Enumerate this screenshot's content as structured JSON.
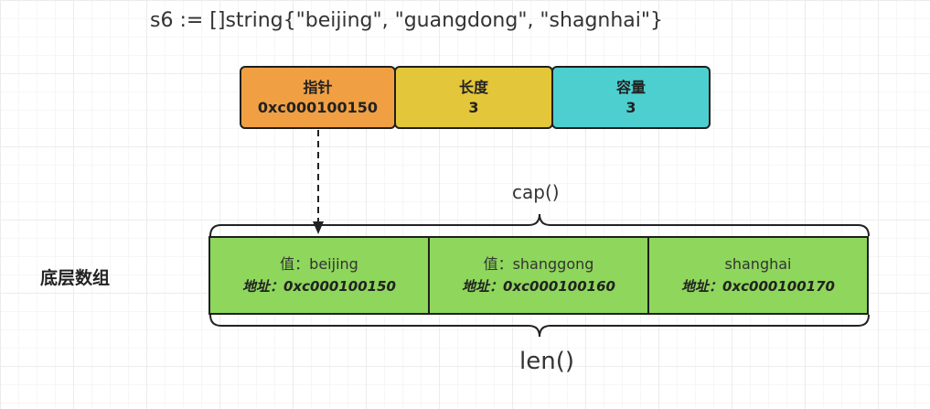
{
  "code_title": "s6 := []string{\"beijing\", \"guangdong\", \"shagnhai\"}",
  "header": {
    "pointer": {
      "label": "指针",
      "value": "0xc000100150",
      "color": "#f0a043"
    },
    "length": {
      "label": "长度",
      "value": "3",
      "color": "#e3c63a"
    },
    "capacity": {
      "label": "容量",
      "value": "3",
      "color": "#4ecfcf"
    }
  },
  "array_label": "底层数组",
  "cells": [
    {
      "value": "值：beijing",
      "address": "地址：0xc000100150"
    },
    {
      "value": "值：shanggong",
      "address": "地址：0xc000100160"
    },
    {
      "value": "shanghai",
      "address": "地址：0xc000100170"
    }
  ],
  "cell_color": "#8ed65c",
  "cap_label": "cap()",
  "len_label": "len()"
}
